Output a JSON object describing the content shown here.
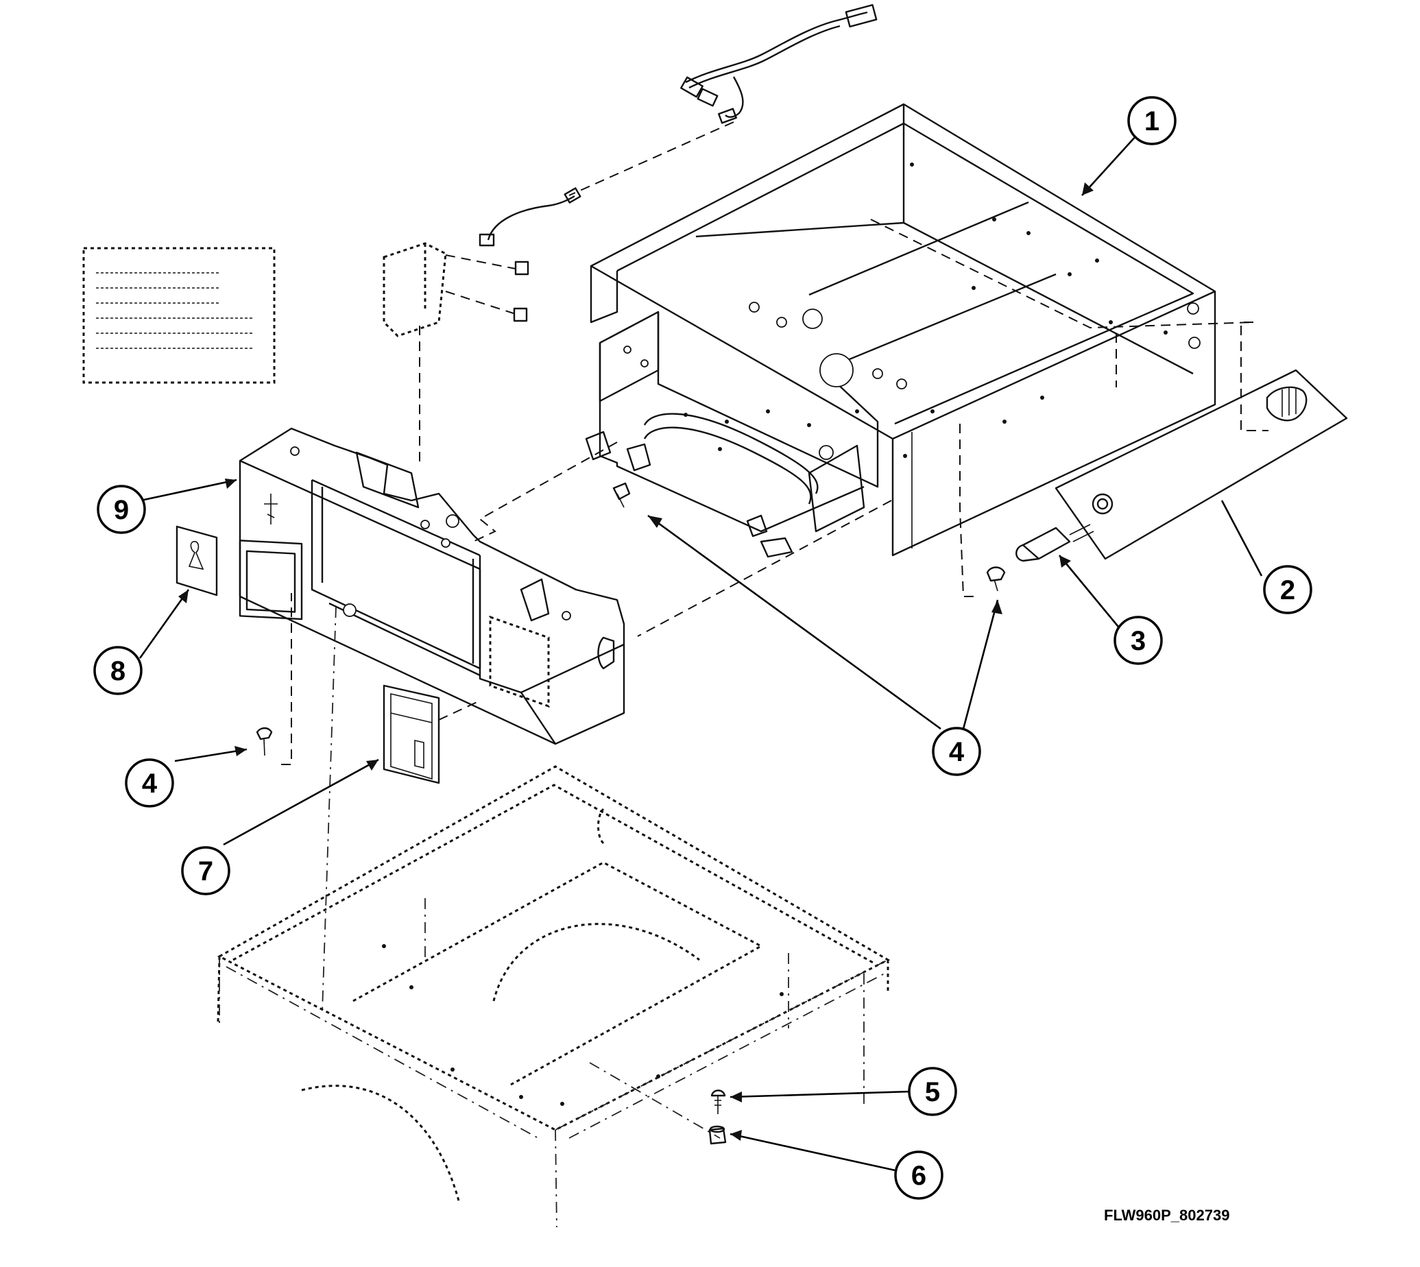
{
  "figure_id": "FLW960P_802739",
  "callouts": [
    {
      "id": "c1",
      "label": "1"
    },
    {
      "id": "c2",
      "label": "2"
    },
    {
      "id": "c3",
      "label": "3"
    },
    {
      "id": "c4a",
      "label": "4"
    },
    {
      "id": "c4b",
      "label": "4"
    },
    {
      "id": "c4c",
      "label": "4"
    },
    {
      "id": "c5",
      "label": "5"
    },
    {
      "id": "c6",
      "label": "6"
    },
    {
      "id": "c7",
      "label": "7"
    },
    {
      "id": "c8",
      "label": "8"
    },
    {
      "id": "c9",
      "label": "9"
    }
  ]
}
